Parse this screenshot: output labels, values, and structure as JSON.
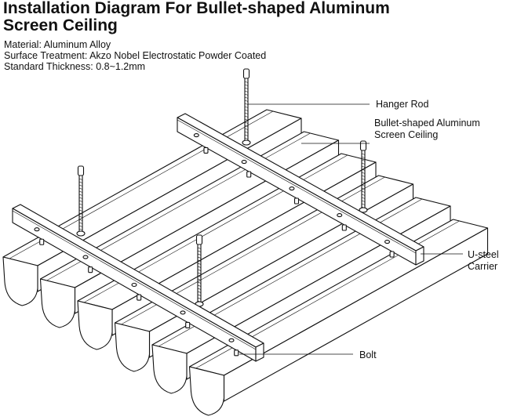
{
  "header": {
    "title_line1": "Installation Diagram For Bullet-shaped Aluminum",
    "title_line2": "Screen Ceiling"
  },
  "specs": {
    "material": "Material: Aluminum Alloy",
    "surface": "Surface Treatment: Akzo Nobel Electrostatic Powder Coated",
    "thickness": "Standard Thickness: 0.8~1.2mm"
  },
  "labels": {
    "hanger_rod": "Hanger Rod",
    "screen_ceiling_line1": "Bullet-shaped Aluminum",
    "screen_ceiling_line2": "Screen Ceiling",
    "carrier_line1": "U-steel",
    "carrier_line2": "Carrier",
    "bolt": "Bolt"
  },
  "colors": {
    "line": "#111111",
    "background": "#ffffff"
  }
}
